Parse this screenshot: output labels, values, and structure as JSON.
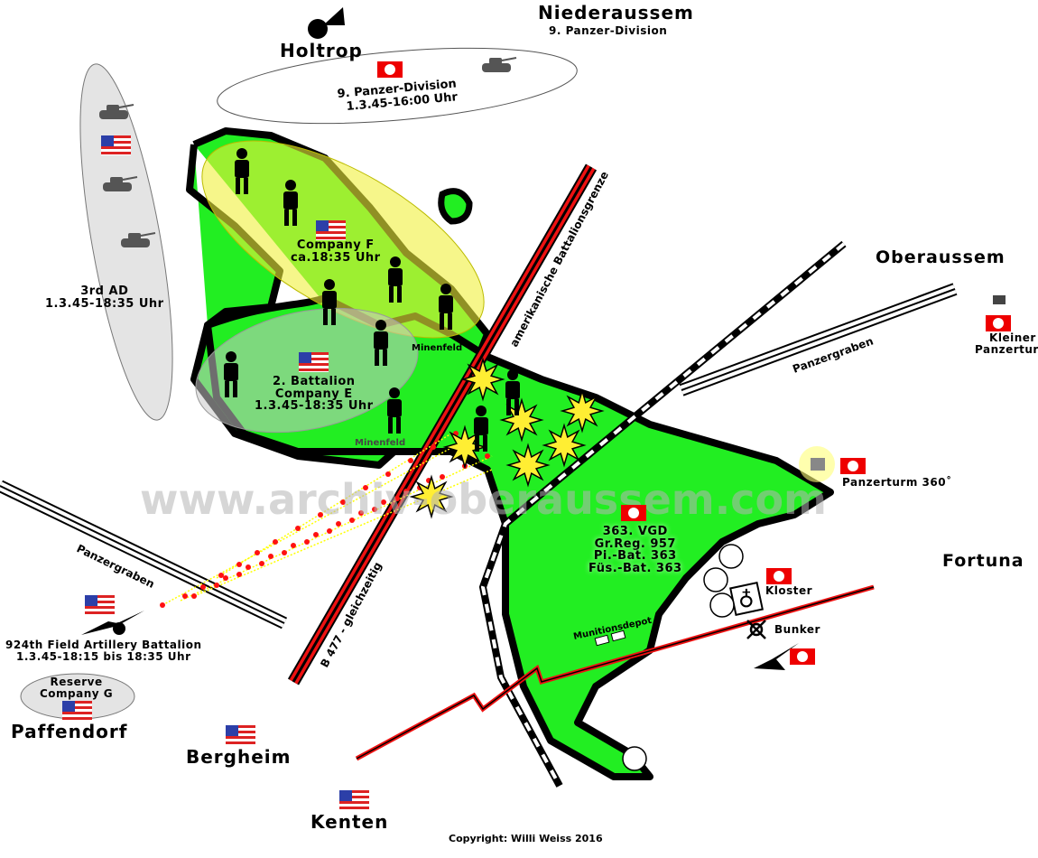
{
  "towns": {
    "holtrop": "Holtrop",
    "niederaussem": "Niederaussem",
    "oberaussem": "Oberaussem",
    "fortuna": "Fortuna",
    "paffendorf": "Paffendorf",
    "bergheim": "Bergheim",
    "kenten": "Kenten"
  },
  "units": {
    "niederaussem_division": "9. Panzer-Division",
    "panzer_div_line1": "9. Panzer-Division",
    "panzer_div_line2": "1.3.45-16:00 Uhr",
    "third_ad_line1": "3rd AD",
    "third_ad_line2": "1.3.45-18:35 Uhr",
    "company_f_line1": "Company F",
    "company_f_line2": "ca.18:35 Uhr",
    "company_e_line1": "2. Battalion",
    "company_e_line2": "Company E",
    "company_e_line3": "1.3.45-18:35 Uhr",
    "artillery_line1": "924th Field Artillery Battalion",
    "artillery_line2": "1.3.45-18:15 bis 18:35 Uhr",
    "reserve_line1": "Reserve",
    "reserve_line2": "Company G",
    "vgd_line1": "363. VGD",
    "vgd_line2": "Gr.Reg. 957",
    "vgd_line3": "Pi.-Bat. 363",
    "vgd_line4": "Füs.-Bat. 363"
  },
  "features": {
    "minenfeld_1": "Minenfeld",
    "minenfeld_2": "Minenfeld",
    "battalion_border": "amerikanische Battalionsgrenze",
    "road": "B 477 - gleichzeitig",
    "panzergraben_1": "Panzergraben",
    "panzergraben_2": "Panzergraben",
    "kleiner_panzerturm_1": "Kleiner",
    "kleiner_panzerturm_2": "Panzerturm",
    "panzerturm": "Panzerturm 360˚",
    "kloster": "Kloster",
    "bunker": "Bunker",
    "munitionsdepot": "Munitionsdepot"
  },
  "watermark": "www.archiv-oberaussem.com",
  "copyright": "Copyright: Willi Weiss 2016",
  "colors": {
    "forest": "#22ee22",
    "us_zone": "#eeee44",
    "road_red": "#ee1111"
  }
}
